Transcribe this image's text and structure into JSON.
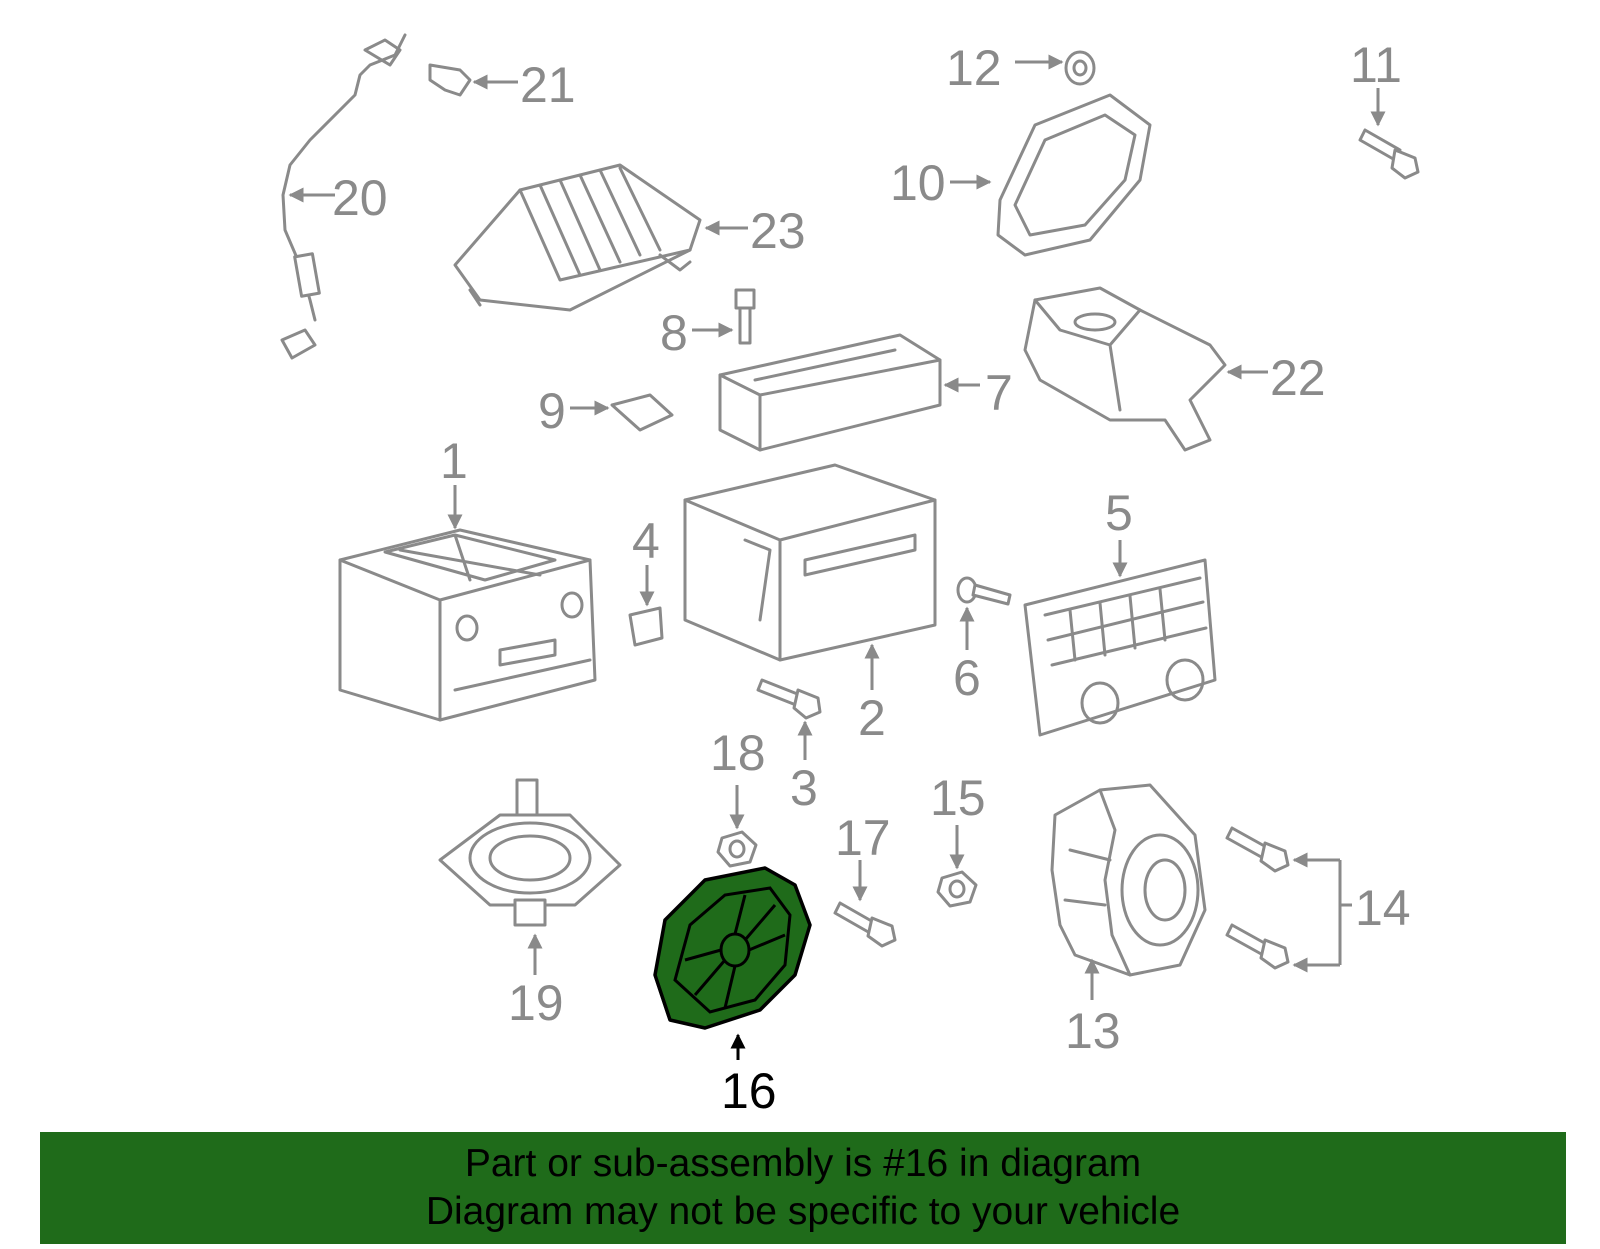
{
  "callouts": {
    "c1": "1",
    "c2": "2",
    "c3": "3",
    "c4": "4",
    "c5": "5",
    "c6": "6",
    "c7": "7",
    "c8": "8",
    "c9": "9",
    "c10": "10",
    "c11": "11",
    "c12": "12",
    "c13": "13",
    "c14": "14",
    "c15": "15",
    "c16": "16",
    "c17": "17",
    "c18": "18",
    "c19": "19",
    "c20": "20",
    "c21": "21",
    "c22": "22",
    "c23": "23"
  },
  "highlighted_part": "16",
  "colors": {
    "highlight": "#1f6b1a",
    "part_line": "#8a8a8a",
    "banner": "#1f6b1a"
  },
  "banner": {
    "line1": "Part or sub-assembly is #16 in diagram",
    "line2": "Diagram may not be specific to your vehicle"
  }
}
